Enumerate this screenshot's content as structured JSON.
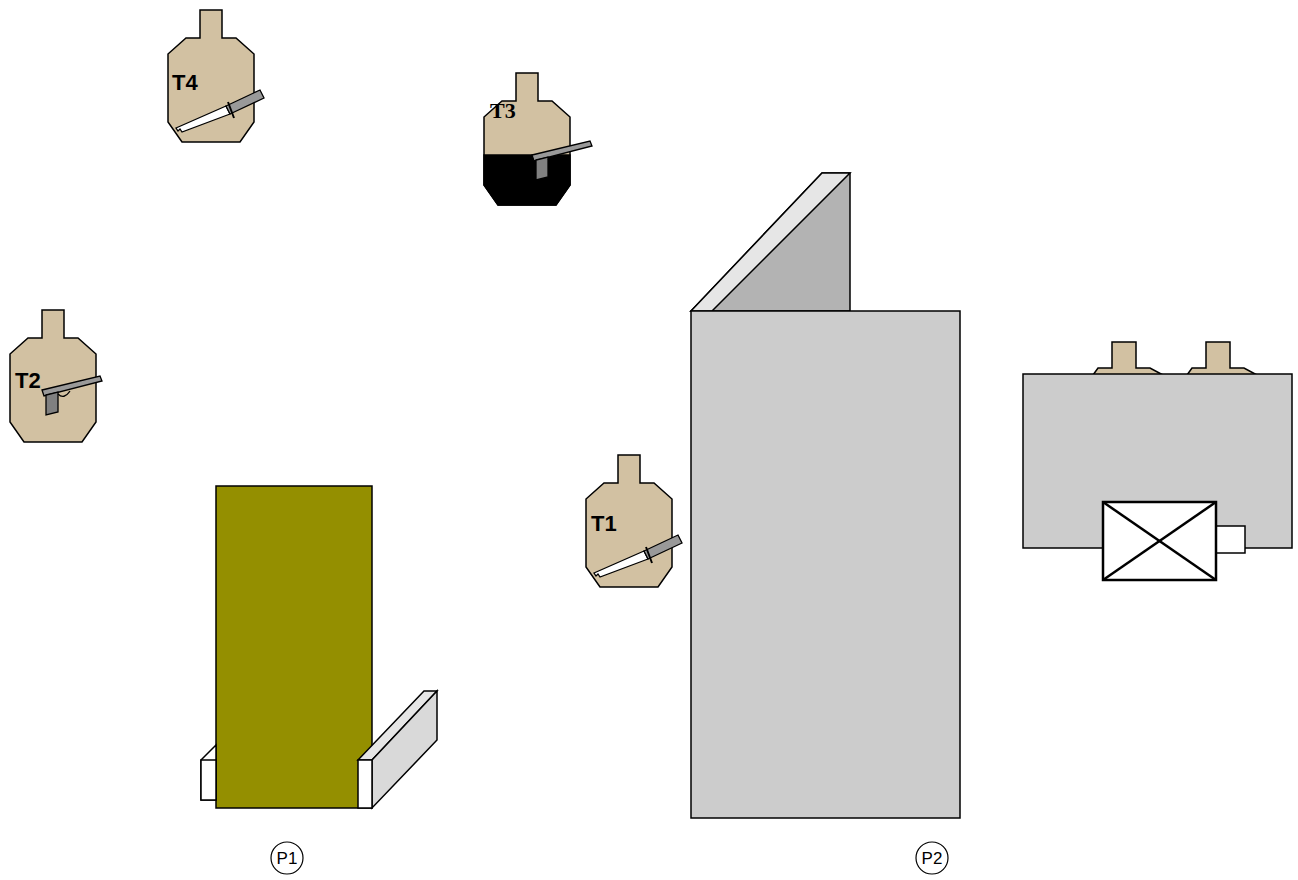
{
  "diagram": {
    "nodes": [
      {
        "text": [
          "T4"
        ]
      },
      {
        "text": [
          "T3"
        ]
      },
      {
        "text": [
          "T2"
        ]
      },
      {
        "text": [
          "T1"
        ]
      },
      {
        "text": [
          "P1"
        ]
      },
      {
        "text": [
          "P2"
        ]
      }
    ]
  }
}
